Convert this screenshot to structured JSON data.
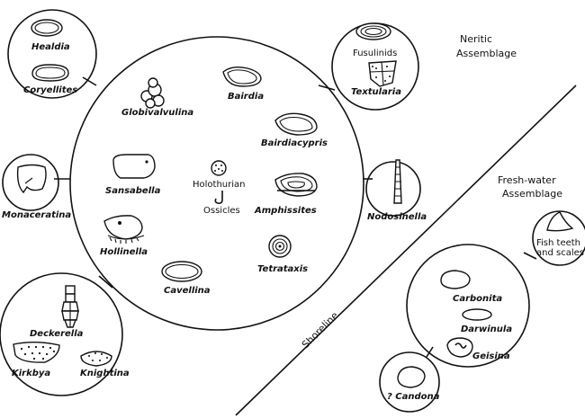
{
  "headings": {
    "neritic_line1": "Neritic",
    "neritic_line2": "Assemblage",
    "fresh_line1": "Fresh-water",
    "fresh_line2": "Assemblage",
    "shoreline": "Shoreline"
  },
  "central": {
    "globivalvulina": "Globivalvulina",
    "bairdia": "Bairdia",
    "bairdiacypris": "Bairdiacypris",
    "sansabella": "Sansabella",
    "holothurian1": "Holothurian",
    "holothurian2": "Ossicles",
    "amphissites": "Amphissites",
    "hollinella": "Hollinella",
    "tetrataxis": "Tetrataxis",
    "cavellina": "Cavellina"
  },
  "satellites": {
    "healdia": "Healdia",
    "coryellites": "Coryellites",
    "fusulinids": "Fusulinids",
    "textularia": "Textularia",
    "monaceratina": "Monaceratina",
    "nodosinella": "Nodosinella",
    "deckerella": "Deckerella",
    "kirkbya": "Kirkbya",
    "knightina": "Knightina"
  },
  "fresh": {
    "fish1": "Fish teeth",
    "fish2": "and scales",
    "carbonita": "Carbonita",
    "darwinula": "Darwinula",
    "geisina": "Geisina",
    "candona": "? Candona"
  }
}
